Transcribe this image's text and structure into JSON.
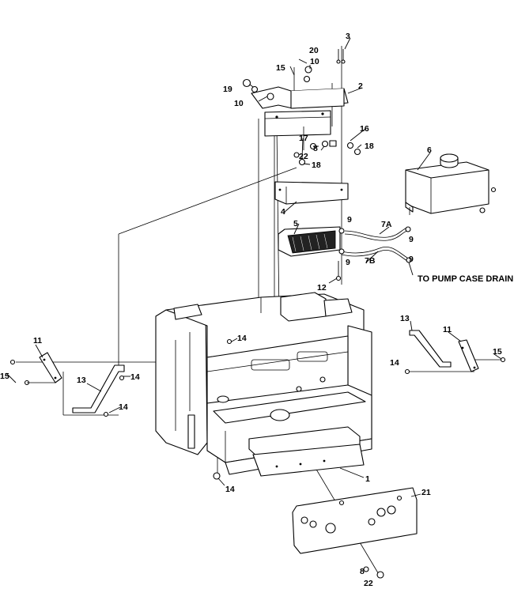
{
  "callouts": [
    {
      "id": "c1",
      "text": "1"
    },
    {
      "id": "c2",
      "text": "2"
    },
    {
      "id": "c3",
      "text": "3"
    },
    {
      "id": "c4",
      "text": "4"
    },
    {
      "id": "c5",
      "text": "5"
    },
    {
      "id": "c6",
      "text": "6"
    },
    {
      "id": "c7a",
      "text": "7A"
    },
    {
      "id": "c7b",
      "text": "7B"
    },
    {
      "id": "c8a",
      "text": "8"
    },
    {
      "id": "c8b",
      "text": "8"
    },
    {
      "id": "c9a",
      "text": "9"
    },
    {
      "id": "c9b",
      "text": "9"
    },
    {
      "id": "c9c",
      "text": "9"
    },
    {
      "id": "c9d",
      "text": "9"
    },
    {
      "id": "c10a",
      "text": "10"
    },
    {
      "id": "c10b",
      "text": "10"
    },
    {
      "id": "c11a",
      "text": "11"
    },
    {
      "id": "c11b",
      "text": "11"
    },
    {
      "id": "c12",
      "text": "12"
    },
    {
      "id": "c13a",
      "text": "13"
    },
    {
      "id": "c13b",
      "text": "13"
    },
    {
      "id": "c14a",
      "text": "14"
    },
    {
      "id": "c14b",
      "text": "14"
    },
    {
      "id": "c14c",
      "text": "14"
    },
    {
      "id": "c14d",
      "text": "14"
    },
    {
      "id": "c14e",
      "text": "14"
    },
    {
      "id": "c15a",
      "text": "15"
    },
    {
      "id": "c15b",
      "text": "15"
    },
    {
      "id": "c15c",
      "text": "15"
    },
    {
      "id": "c16",
      "text": "16"
    },
    {
      "id": "c17",
      "text": "17"
    },
    {
      "id": "c18a",
      "text": "18"
    },
    {
      "id": "c18b",
      "text": "18"
    },
    {
      "id": "c19",
      "text": "19"
    },
    {
      "id": "c20",
      "text": "20"
    },
    {
      "id": "c21",
      "text": "21"
    },
    {
      "id": "c22a",
      "text": "22"
    },
    {
      "id": "c22b",
      "text": "22"
    }
  ],
  "annotations": {
    "pump_case_drain": "TO PUMP CASE DRAIN"
  },
  "colors": {
    "line": "#000000",
    "background": "#ffffff"
  }
}
